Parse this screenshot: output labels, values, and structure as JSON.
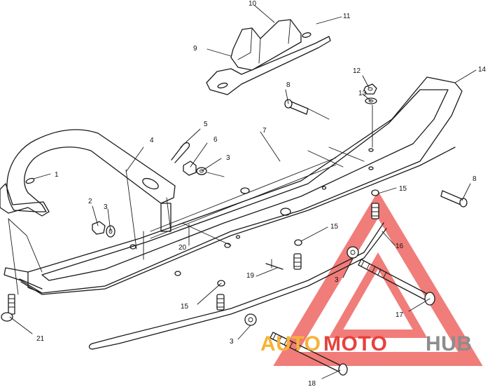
{
  "callouts": [
    {
      "id": "c1",
      "label": "1"
    },
    {
      "id": "c2",
      "label": "2"
    },
    {
      "id": "c3a",
      "label": "3"
    },
    {
      "id": "c3b",
      "label": "3"
    },
    {
      "id": "c3c",
      "label": "3"
    },
    {
      "id": "c3d",
      "label": "3"
    },
    {
      "id": "c4",
      "label": "4"
    },
    {
      "id": "c5",
      "label": "5"
    },
    {
      "id": "c6",
      "label": "6"
    },
    {
      "id": "c7",
      "label": "7"
    },
    {
      "id": "c8a",
      "label": "8"
    },
    {
      "id": "c8b",
      "label": "8"
    },
    {
      "id": "c9",
      "label": "9"
    },
    {
      "id": "c10",
      "label": "10"
    },
    {
      "id": "c11",
      "label": "11"
    },
    {
      "id": "c12",
      "label": "12"
    },
    {
      "id": "c13",
      "label": "13"
    },
    {
      "id": "c14",
      "label": "14"
    },
    {
      "id": "c15a",
      "label": "15"
    },
    {
      "id": "c15b",
      "label": "15"
    },
    {
      "id": "c15c",
      "label": "15"
    },
    {
      "id": "c16",
      "label": "16"
    },
    {
      "id": "c17",
      "label": "17"
    },
    {
      "id": "c18",
      "label": "18"
    },
    {
      "id": "c19",
      "label": "19"
    },
    {
      "id": "c20",
      "label": "20"
    },
    {
      "id": "c21",
      "label": "21"
    }
  ],
  "watermark": {
    "part1": "AUTO",
    "part2": "MOTO",
    "part3": "HUB",
    "color_orange": "#f5b335",
    "color_red": "#e8413c",
    "color_gray": "#8d8d8d"
  }
}
